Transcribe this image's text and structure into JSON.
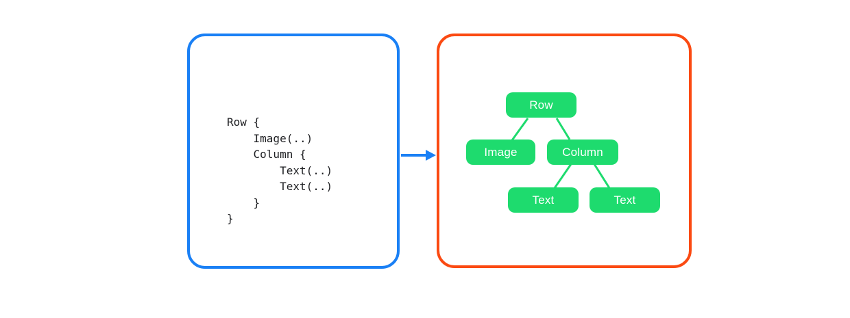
{
  "colors": {
    "background": "#ffffff",
    "left_box_border": "#1a80f5",
    "right_box_border": "#fb4a12",
    "arrow": "#1a80f5",
    "node_fill": "#1edb6e",
    "node_text": "#ffffff",
    "connector": "#1edb6e",
    "code_text": "#202124"
  },
  "code_panel": {
    "lines": [
      "Row {",
      "    Image(..)",
      "    Column {",
      "        Text(..)",
      "        Text(..)",
      "    }",
      "}"
    ]
  },
  "tree_panel": {
    "nodes": [
      {
        "id": "row",
        "label": "Row"
      },
      {
        "id": "image",
        "label": "Image"
      },
      {
        "id": "column",
        "label": "Column"
      },
      {
        "id": "text-1",
        "label": "Text"
      },
      {
        "id": "text-2",
        "label": "Text"
      }
    ],
    "edges": [
      [
        "row",
        "image"
      ],
      [
        "row",
        "column"
      ],
      [
        "column",
        "text-1"
      ],
      [
        "column",
        "text-2"
      ]
    ]
  }
}
